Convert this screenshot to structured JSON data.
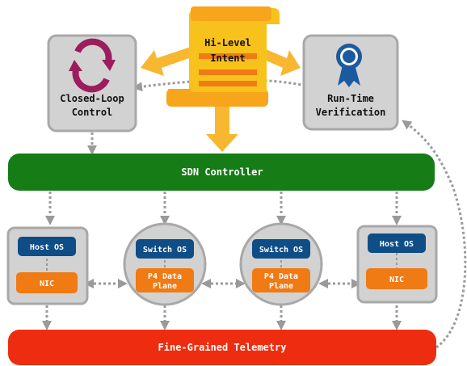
{
  "intent": {
    "line1": "Hi-Level",
    "line2": "Intent"
  },
  "closed_loop": {
    "line1": "Closed-Loop",
    "line2": "Control",
    "icon": "cycle-arrows-icon"
  },
  "verification": {
    "line1": "Run-Time",
    "line2": "Verification",
    "icon": "ribbon-award-icon"
  },
  "controller": {
    "label": "SDN Controller"
  },
  "telemetry": {
    "label": "Fine-Grained Telemetry"
  },
  "nodes": {
    "host_left": {
      "os": "Host OS",
      "nic": "NIC"
    },
    "switch_1": {
      "os": "Switch OS",
      "plane1": "P4 Data",
      "plane2": "Plane"
    },
    "switch_2": {
      "os": "Switch OS",
      "plane1": "P4 Data",
      "plane2": "Plane"
    },
    "host_right": {
      "os": "Host OS",
      "nic": "NIC"
    }
  },
  "colors": {
    "controller": "#167c16",
    "telemetry": "#ee2d10",
    "os_box": "#0f4d87",
    "nic_box": "#f07a14",
    "scroll": "#f7c21b",
    "arrow_orange": "#f7b730",
    "panel_fill": "#d2d2d2",
    "panel_border": "#a8a8a8",
    "cycle_icon": "#9c1d5c",
    "ribbon_icon": "#1c5aa0"
  }
}
